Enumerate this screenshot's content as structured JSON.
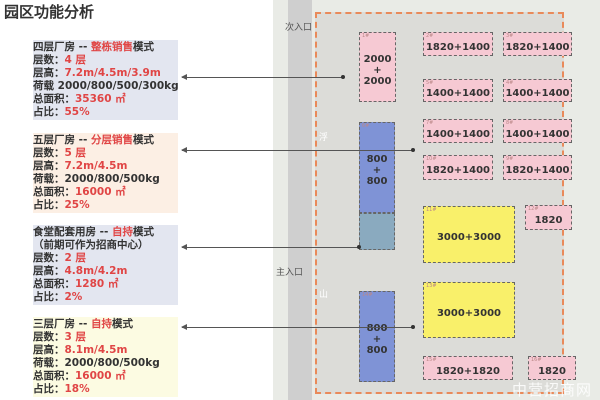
{
  "title": "园区功能分析",
  "groups": [
    {
      "name": "四层厂房 -- ",
      "mode": "整栋销售",
      "mode_suffix": "模式",
      "floors_label": "层数：",
      "floors": "4 层",
      "height_label": "层高：",
      "height": "7.2m/4.5m/3.9m",
      "load": "荷载 2000/800/500/300kg",
      "area_label": "总面积：",
      "area": "35360 ㎡",
      "ratio_label": "占比：",
      "ratio": "55%"
    },
    {
      "name": "五层厂房 -- ",
      "mode": "分层销售",
      "mode_suffix": "模式",
      "floors_label": "层数：",
      "floors": "5 层",
      "height_label": "层高：",
      "height": "7.2m/4.5m",
      "load": "荷载：2000/800/500kg",
      "area_label": "总面积：",
      "area": "16000 ㎡",
      "ratio_label": "占比：",
      "ratio": "25%"
    },
    {
      "name": "食堂配套用房 -- ",
      "mode": "自持",
      "mode_suffix": "模式",
      "note": "（前期可作为招商中心）",
      "floors_label": "层数：",
      "floors": "2 层",
      "height_label": "层高：",
      "height": "4.8m/4.2m",
      "area_label": "总面积：",
      "area": "1280 ㎡",
      "ratio_label": "占比：",
      "ratio": "2%"
    },
    {
      "name": "三层厂房 -- ",
      "mode": "自持",
      "mode_suffix": "模式",
      "floors_label": "层数：",
      "floors": "3 层",
      "height_label": "层高：",
      "height": "8.1m/4.5m",
      "load": "荷载：2000/800/500kg",
      "area_label": "总面积：",
      "area": "16000 ㎡",
      "ratio_label": "占比：",
      "ratio": "18%"
    }
  ],
  "map": {
    "secondary_entrance": "次入口",
    "main_entrance": "主入口",
    "road_char1": "浮",
    "road_char2": "山",
    "buildings": [
      {
        "no": "1#",
        "label": "2000\n+\n2000"
      },
      {
        "no": "2#",
        "label": "1820+1400"
      },
      {
        "no": "3#",
        "label": "1820+1400"
      },
      {
        "no": "5#",
        "label": "1400+1400"
      },
      {
        "no": "4#",
        "label": "1400+1400"
      },
      {
        "no": "7#",
        "label": "1400+1400"
      },
      {
        "no": "8#",
        "label": "1400+1400"
      },
      {
        "no": "10#",
        "label": "1820+1400"
      },
      {
        "no": "9#",
        "label": "1820+1400"
      },
      {
        "no": "6#",
        "label": "800\n+\n800"
      },
      {
        "no": "11#",
        "label": "3000+3000"
      },
      {
        "no": "12#",
        "label": "1820"
      },
      {
        "no": "13#",
        "label": "3000+3000"
      },
      {
        "no": "14#",
        "label": "800\n+\n800"
      },
      {
        "no": "15#",
        "label": "1820+1820"
      },
      {
        "no": "16#",
        "label": "1820"
      }
    ]
  },
  "watermark": "中营招商网"
}
